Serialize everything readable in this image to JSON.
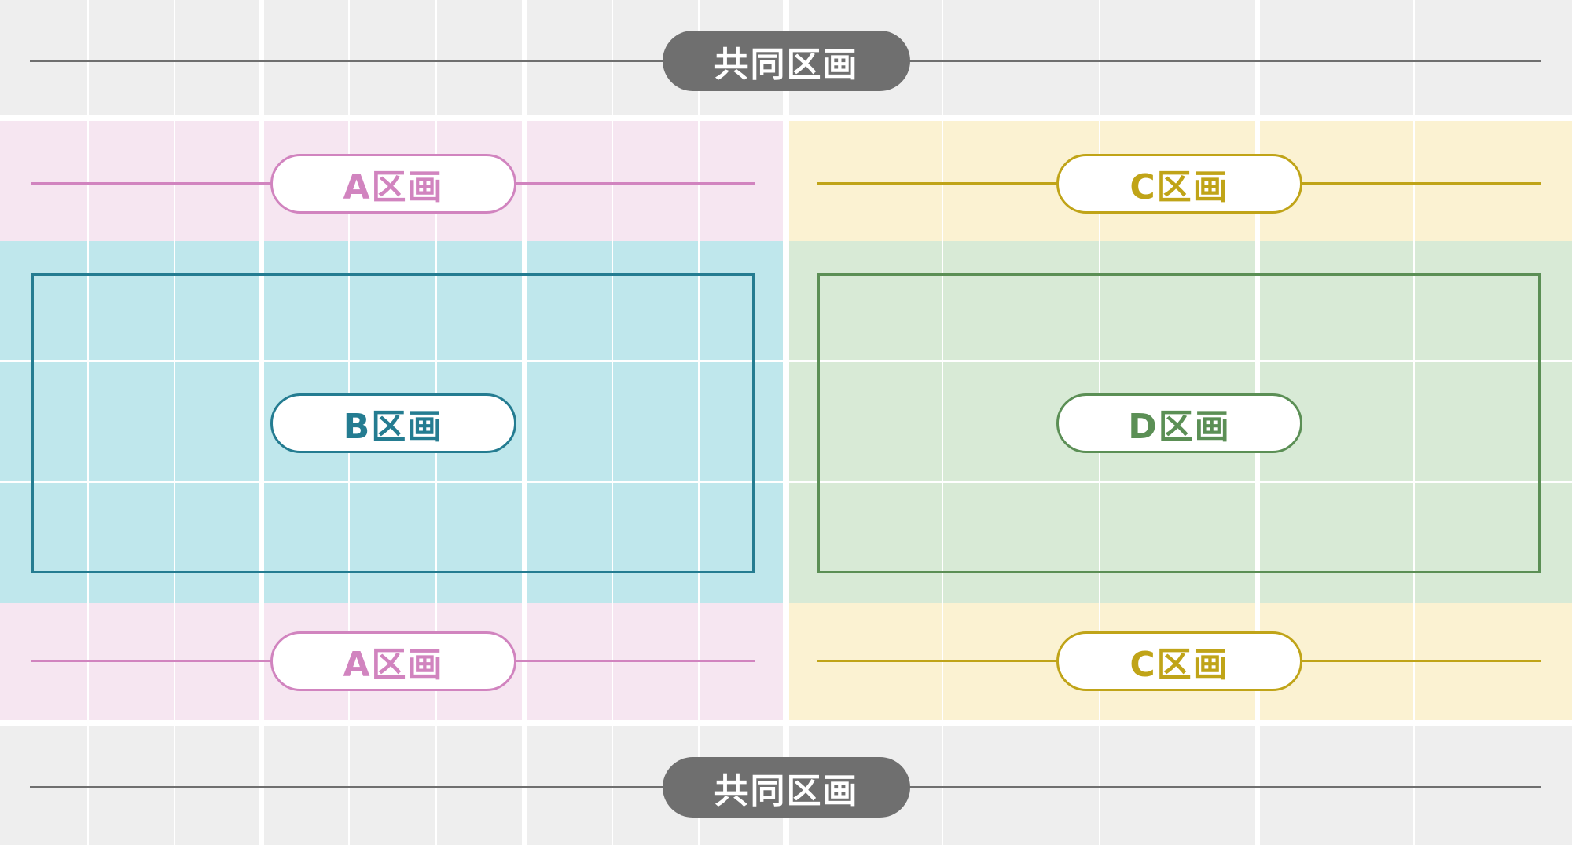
{
  "labels": {
    "shared_top": "共同区画",
    "a_top": "A区画",
    "c_top": "C区画",
    "b_center": "B区画",
    "d_center": "D区画",
    "a_bottom": "A区画",
    "c_bottom": "C区画",
    "shared_bottom": "共同区画"
  },
  "colors": {
    "shared_bg": "#eeeeee",
    "shared_accent": "#6f6f6f",
    "a_bg": "#f6e6f1",
    "a_accent": "#d184bf",
    "b_bg": "#bfe7ec",
    "b_accent": "#247c91",
    "c_bg": "#fbf2d2",
    "c_accent": "#c0a418",
    "d_bg": "#d8ead6",
    "d_accent": "#5b8f55",
    "grid_line": "#ffffff"
  }
}
